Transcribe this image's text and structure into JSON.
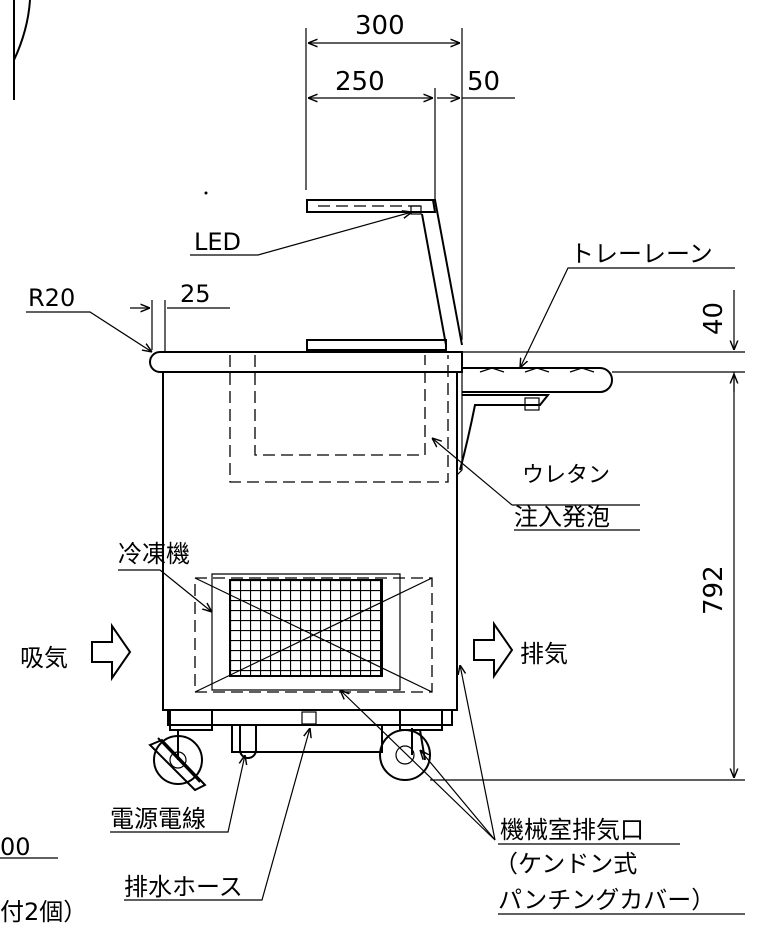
{
  "dimensions": {
    "top_width": "300",
    "lamp_width": "250",
    "offset": "50",
    "radius": "R20",
    "edge": "25",
    "rail_height": "40",
    "body_height": "792"
  },
  "labels": {
    "led": "LED",
    "tray_lane": "トレーレーン",
    "urethane_1": "ウレタン",
    "urethane_2": "注入発泡",
    "refrigerator": "冷凍機",
    "intake": "吸気",
    "exhaust": "排気",
    "vent_1": "機械室排気口",
    "vent_2": "（ケンドン式",
    "vent_3": "パンチングカバー）",
    "power_cord": "電源電線",
    "drain_hose": "排水ホース",
    "partial_left_1": "00",
    "partial_left_2": "付2個）"
  }
}
